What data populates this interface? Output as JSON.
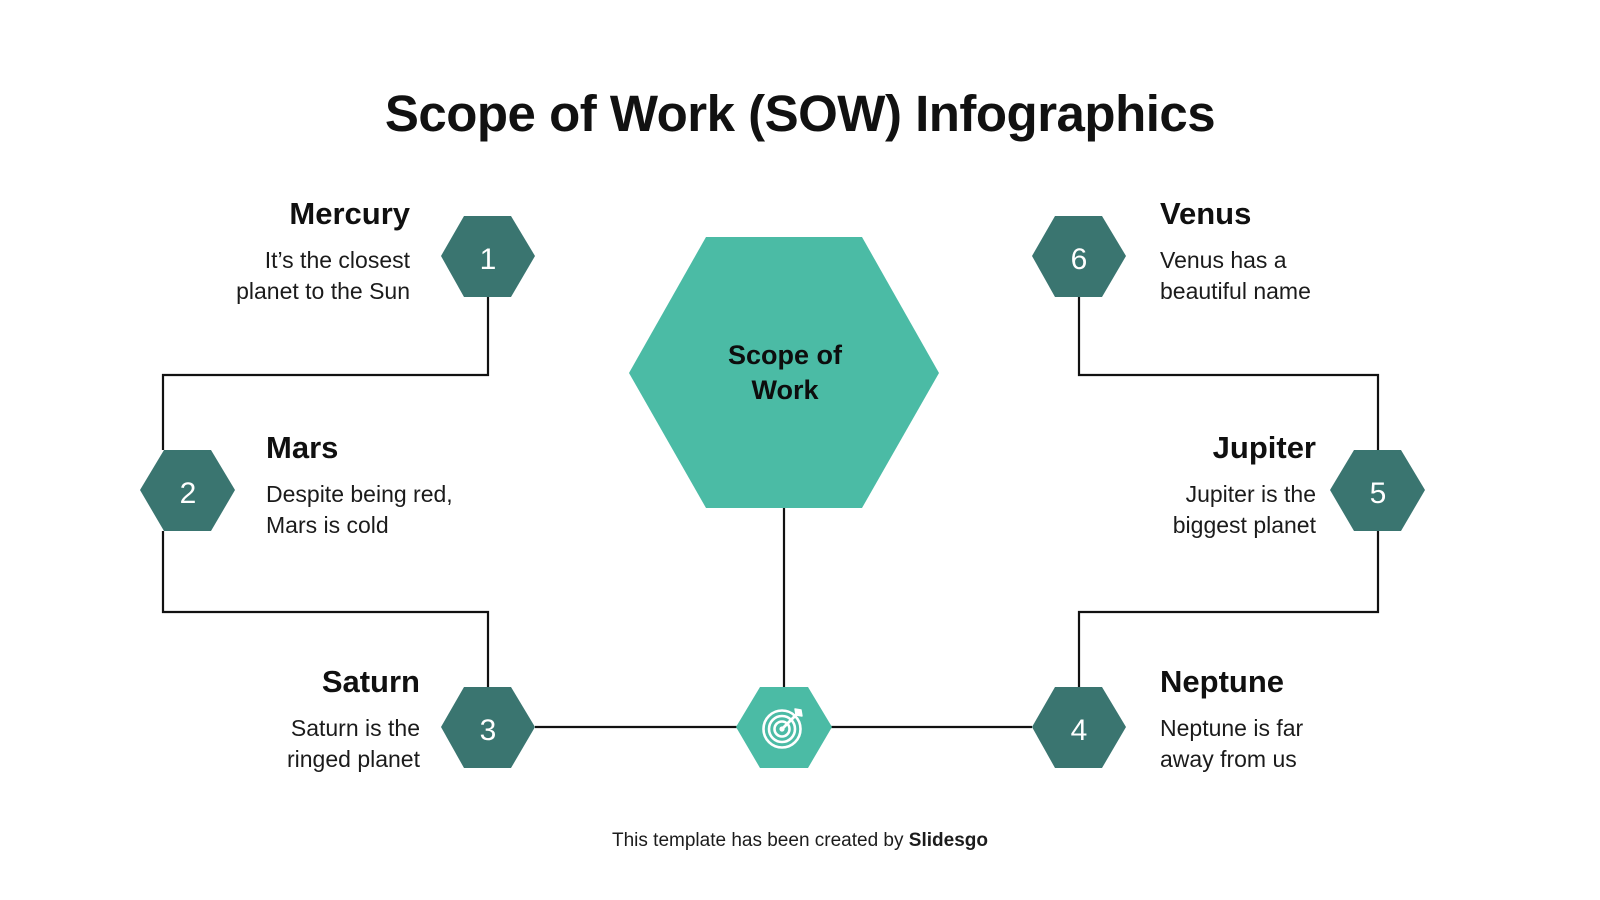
{
  "title": "Scope of Work (SOW) Infographics",
  "center": {
    "label_line1": "Scope of",
    "label_line2": "Work",
    "icon": "target-icon",
    "color": "#4BBBA5"
  },
  "colors": {
    "hex_dark": "#3A7570",
    "hex_light": "#4BBBA5",
    "line": "#111111",
    "text": "#101010",
    "background": "#FFFFFF"
  },
  "nodes": [
    {
      "number": "1",
      "title": "Mercury",
      "desc_line1": "It’s the closest",
      "desc_line2": "planet to the Sun",
      "align": "right",
      "side": "left"
    },
    {
      "number": "2",
      "title": "Mars",
      "desc_line1": "Despite being red,",
      "desc_line2": "Mars is cold",
      "align": "left",
      "side": "left"
    },
    {
      "number": "3",
      "title": "Saturn",
      "desc_line1": "Saturn is the",
      "desc_line2": "ringed planet",
      "align": "right",
      "side": "left"
    },
    {
      "number": "4",
      "title": "Neptune",
      "desc_line1": "Neptune is far",
      "desc_line2": "away from us",
      "align": "left",
      "side": "right"
    },
    {
      "number": "5",
      "title": "Jupiter",
      "desc_line1": "Jupiter is the",
      "desc_line2": "biggest planet",
      "align": "right",
      "side": "right"
    },
    {
      "number": "6",
      "title": "Venus",
      "desc_line1": "Venus has a",
      "desc_line2": "beautiful name",
      "align": "left",
      "side": "right"
    }
  ],
  "footer": {
    "text": "This template has been created by ",
    "brand": "Slidesgo"
  }
}
